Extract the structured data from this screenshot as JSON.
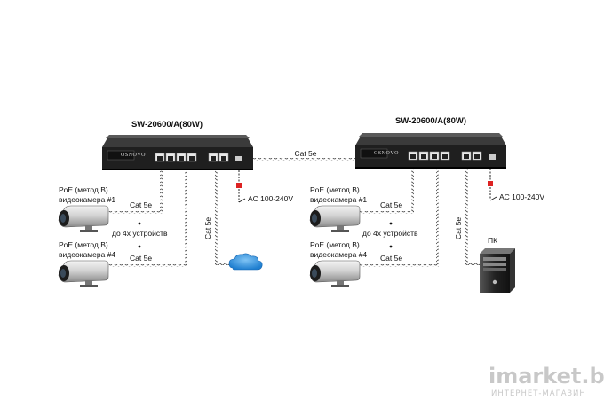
{
  "left": {
    "switch_title": "SW-20600/A(80W)",
    "brand": "OSNOVO",
    "cam1_label_l1": "PoE (метод B)",
    "cam1_label_l2": "видеокамера #1",
    "cam4_label_l1": "PoE (метод B)",
    "cam4_label_l2": "видеокамера #4",
    "cable1": "Cat 5e",
    "cable4": "Cat 5e",
    "uplink_cable": "Cat 5e",
    "up_to": "до 4х устройств",
    "power": "AC 100-240V"
  },
  "right": {
    "switch_title": "SW-20600/A(80W)",
    "brand": "OSNOVO",
    "cam1_label_l1": "PoE (метод B)",
    "cam1_label_l2": "видеокамера #1",
    "cam4_label_l1": "PoE (метод B)",
    "cam4_label_l2": "видеокамера #4",
    "cable1": "Cat 5e",
    "cable4": "Cat 5e",
    "uplink_cable": "Cat 5e",
    "up_to": "до 4х устройств",
    "power": "AC 100-240V",
    "pc_label": "ПК"
  },
  "link_cable": "Cat 5e",
  "watermark": {
    "main": "imarket.by",
    "sub": "ИНТЕРНЕТ-МАГАЗИН"
  },
  "icons": [
    "switch-icon",
    "camera-icon",
    "cloud-icon",
    "pc-tower-icon",
    "power-plug-icon"
  ]
}
